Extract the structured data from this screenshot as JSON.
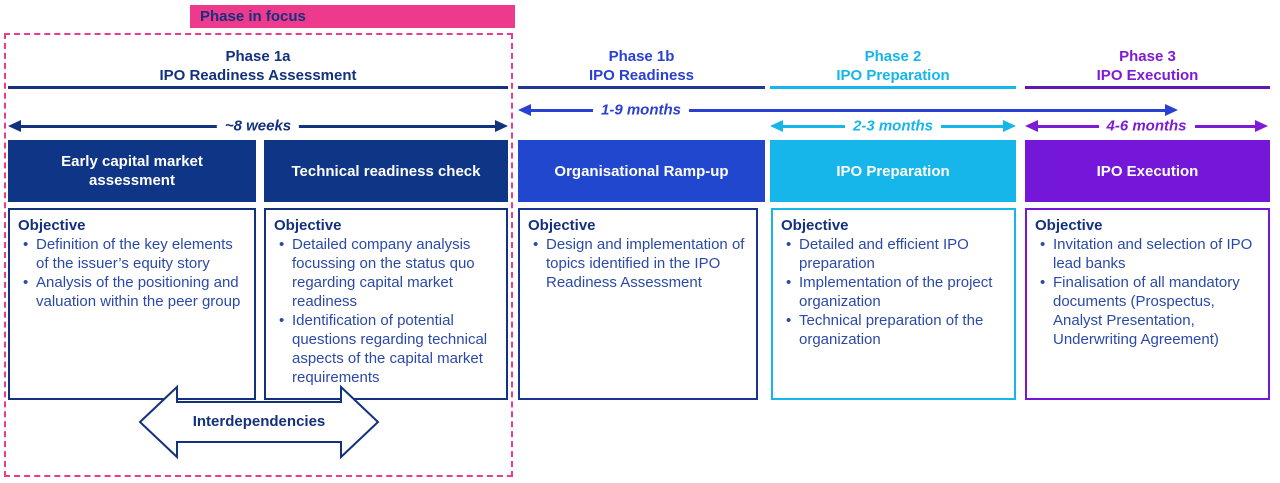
{
  "banner": {
    "label": "Phase in focus"
  },
  "phases": [
    {
      "name": "Phase 1a",
      "subtitle": "IPO Readiness Assessment",
      "duration": "~8 weeks"
    },
    {
      "name": "Phase 1b",
      "subtitle": "IPO Readiness",
      "duration": "1-9 months"
    },
    {
      "name": "Phase 2",
      "subtitle": "IPO Preparation",
      "duration": "2-3 months"
    },
    {
      "name": "Phase 3",
      "subtitle": "IPO Execution",
      "duration": "4-6 months"
    }
  ],
  "columns": [
    {
      "header": "Early capital market assessment",
      "objective_label": "Objective",
      "bullets": [
        "Definition of the key elements of the issuer’s equity story",
        "Analysis of the positioning and valuation within the peer group"
      ]
    },
    {
      "header": "Technical readiness check",
      "objective_label": "Objective",
      "bullets": [
        "Detailed company analysis focussing on the status quo regarding capital market readiness",
        "Identification of potential questions regarding technical aspects of the capital market requirements"
      ]
    },
    {
      "header": "Organisational Ramp-up",
      "objective_label": "Objective",
      "bullets": [
        "Design and implementation of topics identified in the IPO Readiness Assessment"
      ]
    },
    {
      "header": "IPO Preparation",
      "objective_label": "Objective",
      "bullets": [
        "Detailed and efficient IPO preparation",
        "Implementation of the project organization",
        "Technical preparation of the organization"
      ]
    },
    {
      "header": "IPO Execution",
      "objective_label": "Objective",
      "bullets": [
        "Invitation and selection of IPO lead banks",
        "Finalisation of all mandatory documents (Prospectus, Analyst Presentation, Underwriting Agreement)"
      ]
    }
  ],
  "interdependencies": {
    "label": "Interdependencies"
  },
  "colors": {
    "pink": "#EE3A8C",
    "navy_text": "#14317E",
    "navy_fill": "#0E3586",
    "bullet_blue": "#2B4AA8",
    "royal_text": "#2B40D2",
    "royal_fill": "#2147CE",
    "cyan": "#16B6EA",
    "purple_text": "#7E1BD4",
    "purple_fill": "#7517D8"
  }
}
